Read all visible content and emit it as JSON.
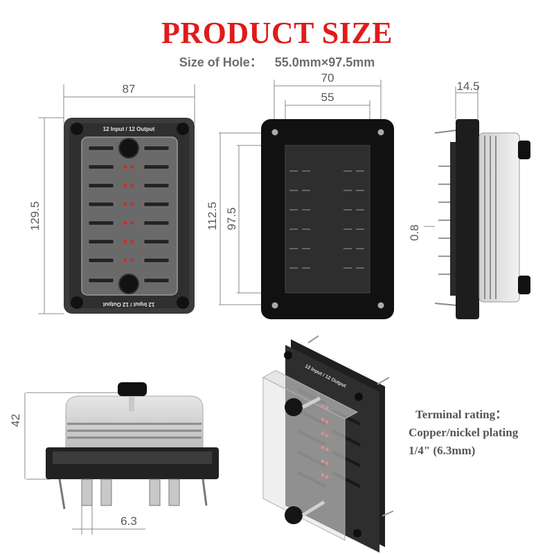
{
  "header": {
    "title": "PRODUCT SIZE",
    "hole_label": "Size of Hole：",
    "hole_value": "55.0mm×97.5mm"
  },
  "front_view": {
    "width": "87",
    "height": "129.5",
    "top_text": "12 Input / 12 Output",
    "bottom_text": "12 Input / 12 Output"
  },
  "back_view": {
    "outer_width": "70",
    "inner_width": "55",
    "outer_height": "112.5",
    "inner_height": "97.5"
  },
  "side_view": {
    "depth": "14.5",
    "thickness": "0.8"
  },
  "bottom_view": {
    "height": "42",
    "terminal_width": "6.3"
  },
  "perspective_view": {
    "top_text": "12 Input / 12 Output"
  },
  "spec": {
    "line1": "Terminal rating：",
    "line2": "Copper/nickel plating",
    "line3": "1/4\" (6.3mm)"
  },
  "colors": {
    "title": "#e01b1b",
    "led": "#d42a2a",
    "body": "#3a3a3a",
    "frame": "#1a1a1a"
  }
}
